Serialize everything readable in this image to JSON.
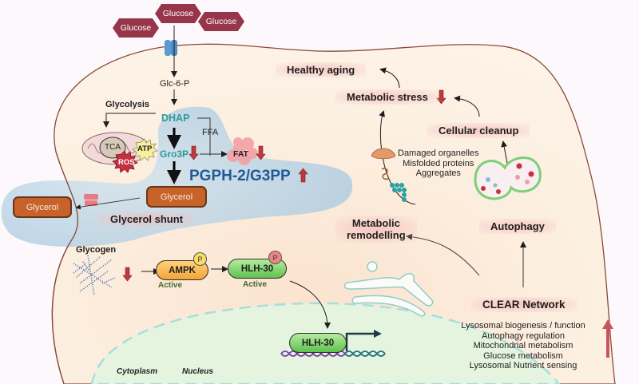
{
  "glucose": {
    "labels": [
      "Glucose",
      "Glucose",
      "Glucose"
    ],
    "color": "#97354b"
  },
  "pathway": {
    "glc6p": "Glc-6-P",
    "glycolysis": "Glycolysis",
    "dhap": "DHAP",
    "ffa": "FFA",
    "gro3p": "Gro3P",
    "fat": "FAT",
    "enzyme": "PGPH-2/G3PP",
    "glycerol_inner": "Glycerol",
    "glycerol_outer": "Glycerol",
    "glycerol_shunt": "Glycerol shunt"
  },
  "mitochondrion": {
    "tca": "TCA",
    "ros": "ROS",
    "atp": "ATP"
  },
  "signaling": {
    "glycogen": "Glycogen",
    "ampk": "AMPK",
    "ampk_state": "Active",
    "hlh30": "HLH-30",
    "hlh30_state": "Active",
    "phospho": "P",
    "nuclear_hlh30": "HLH-30"
  },
  "compartments": {
    "cytoplasm": "Cytoplasm",
    "nucleus": "Nucleus"
  },
  "outcomes": {
    "healthy_aging": "Healthy aging",
    "metabolic_stress": "Metabolic stress",
    "cellular_cleanup": "Cellular cleanup",
    "damaged": [
      "Damaged organelles",
      "Misfolded proteins",
      "Aggregates"
    ],
    "metabolic_remodelling": [
      "Metabolic",
      "remodelling"
    ],
    "autophagy": "Autophagy",
    "clear_network": "CLEAR Network",
    "clear_items": [
      "Lysosomal biogenesis / function",
      "Autophagy regulation",
      "Mitochondrial metabolism",
      "Glucose metabolism",
      "Lysosomal Nutrient sensing"
    ]
  },
  "colors": {
    "cell_fill": "#fcefe0",
    "membrane": "#8b4a3a",
    "shunt_blue": "#a9c9de",
    "teal_text": "#2a9b9b",
    "enzyme_blue": "#1f5a96",
    "down_arrow": "#c0393c",
    "nucleus_fill": "#e4f4df"
  }
}
